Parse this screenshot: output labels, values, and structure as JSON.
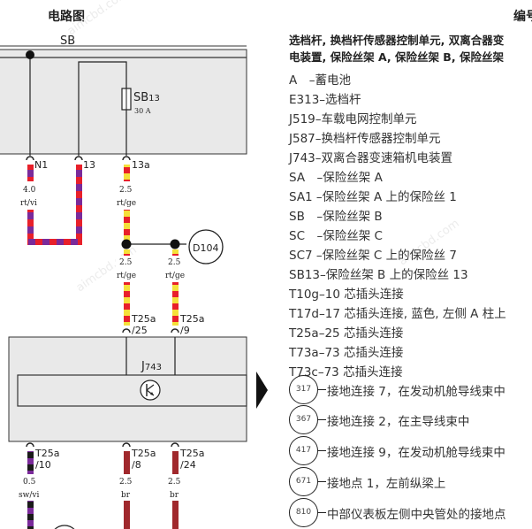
{
  "header": {
    "left_title": "电路图",
    "right_title": "编号"
  },
  "diagram": {
    "fuse_box_label": "SB",
    "fuse_label": "SB",
    "fuse_label_sub": "13",
    "fuse_rating": "30 A",
    "pins": {
      "p1": "N1",
      "p2": "13",
      "p3": "13a"
    },
    "wire_a": {
      "size": "4.0",
      "color": "rt/vi"
    },
    "wire_b": {
      "size": "2.5",
      "color": "rt/ge"
    },
    "wire_c": {
      "size": "2.5",
      "color": "rt/ge"
    },
    "wire_d": {
      "size": "2.5",
      "color": "rt/ge"
    },
    "junction_label": "D104",
    "conn1": "T25a",
    "conn1_pin": "/25",
    "conn2": "T25a",
    "conn2_pin": "/9",
    "module_label": "J",
    "module_label_sub": "743",
    "conn3": "T25a",
    "conn3_pin": "/10",
    "conn4": "T25a",
    "conn4_pin": "/8",
    "conn5": "T25a",
    "conn5_pin": "/24",
    "wire_e": {
      "size": "0.5",
      "color": "sw/vi"
    },
    "wire_f": {
      "size": "2.5",
      "color": "br"
    },
    "wire_g": {
      "size": "2.5",
      "color": "br"
    },
    "watermarks": [
      "aimcbd.com",
      "aimcbd.com",
      "aimcbd.com"
    ],
    "colors": {
      "red": "#e8202a",
      "violet": "#7a2a9a",
      "yellow": "#f5e03a",
      "brown": "#a0282c",
      "black": "#1a1a1a",
      "box_gray": "#e9e9e9"
    }
  },
  "legend": {
    "heading_line1": "选档杆, 换档杆传感器控制单元, 双离合器变",
    "heading_line2": "电装置, 保险丝架 A, 保险丝架 B, 保险丝架",
    "items": [
      "A　–蓄电池",
      "E313–选档杆",
      "J519–车载电网控制单元",
      "J587–换档杆传感器控制单元",
      "J743–双离合器变速箱机电装置",
      "SA　–保险丝架 A",
      "SA1 –保险丝架 A 上的保险丝 1",
      "SB　–保险丝架 B",
      "SC　–保险丝架 C",
      "SC7 –保险丝架 C 上的保险丝 7",
      "SB13–保险丝架 B 上的保险丝 13",
      "T10g–10 芯插头连接",
      "T17d–17 芯插头连接, 蓝色, 左侧 A 柱上",
      "T25a–25 芯插头连接",
      "T73a–73 芯插头连接",
      "T73c–73 芯插头连接"
    ],
    "grounds": [
      {
        "code": "317",
        "text": "接地连接 7，在发动机舱导线束中"
      },
      {
        "code": "367",
        "text": "接地连接 2，在主导线束中"
      },
      {
        "code": "417",
        "text": "接地连接 9，在发动机舱导线束中"
      },
      {
        "code": "671",
        "text": "接地点 1，左前纵梁上"
      },
      {
        "code": "810",
        "text": "中部仪表板左侧中央管处的接地点"
      }
    ]
  }
}
